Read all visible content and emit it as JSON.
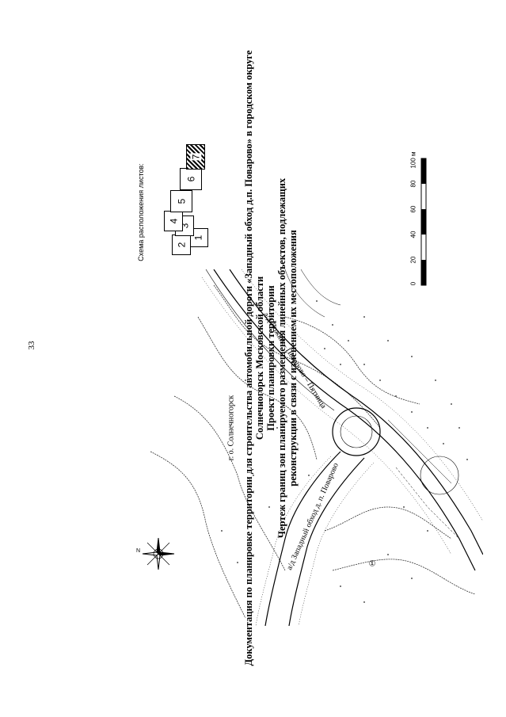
{
  "page": {
    "number": "33"
  },
  "title": {
    "lines": [
      "Документация по планировке территории для строительства автомобильной дороги «Западный обход д.п. Поварово» в городском округе",
      "Солнечногорск Московской области",
      "Проект планировки территории",
      "Чертеж границ зон планируемого размещения линейных объектов, подлежащих",
      "реконструкции в связи с изменением их местоположения"
    ]
  },
  "scheme": {
    "label": "Схема расположения листов:",
    "sheets": [
      "1",
      "2",
      "3",
      "4",
      "5",
      "6",
      "7"
    ]
  },
  "scale": {
    "ticks": [
      "0",
      "20",
      "40",
      "60",
      "80",
      "100 м"
    ]
  },
  "map": {
    "labels": {
      "district": "г. о. Солнечногорск",
      "road_top": "а/д Ложки – Поварово – Пятница",
      "road_bottom": "а/д Западный обход д. п. Поварово",
      "marker": "①"
    }
  },
  "north_arrow": {
    "label": "N",
    "icon": "compass-rose-icon"
  }
}
